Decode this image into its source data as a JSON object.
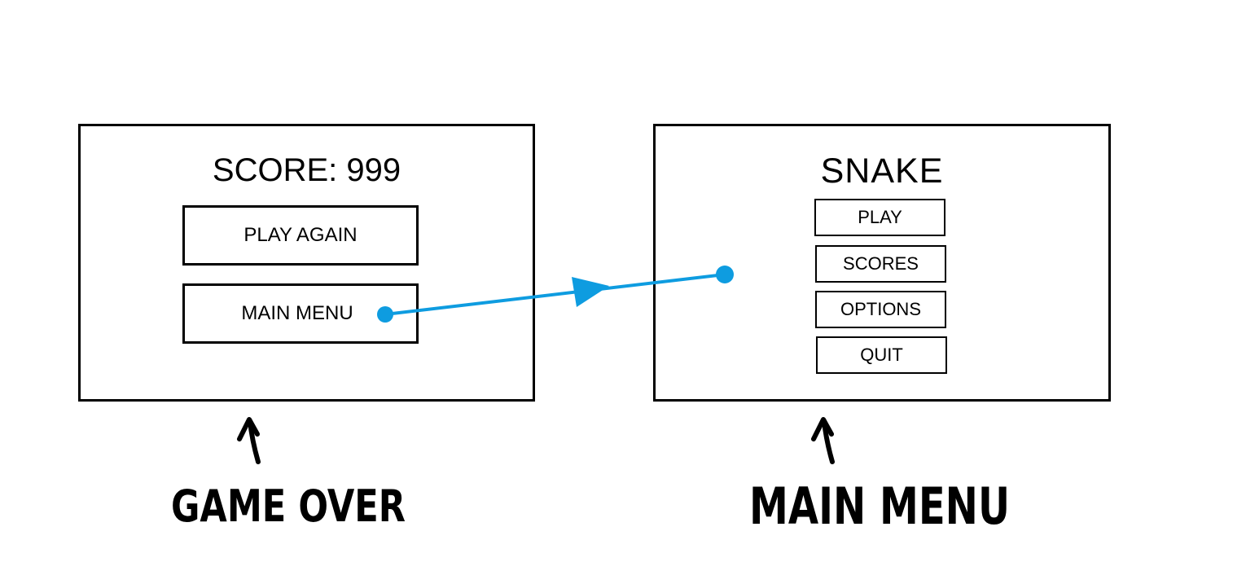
{
  "game_over_screen": {
    "score_label": "SCORE: 999",
    "play_again_label": "PLAY AGAIN",
    "main_menu_label": "MAIN MENU",
    "caption": "GAME OVER"
  },
  "main_menu_screen": {
    "title": "SNAKE",
    "menu_items": [
      "PLAY",
      "SCORES",
      "OPTIONS",
      "QUIT"
    ],
    "caption": "MAIN MENU"
  },
  "colors": {
    "flow_arrow": "#0e9ce0",
    "outline": "#000000",
    "background": "#ffffff"
  },
  "icons": {
    "flow": "flow-arrow-icon",
    "caption_pointer": "up-arrow-icon"
  }
}
